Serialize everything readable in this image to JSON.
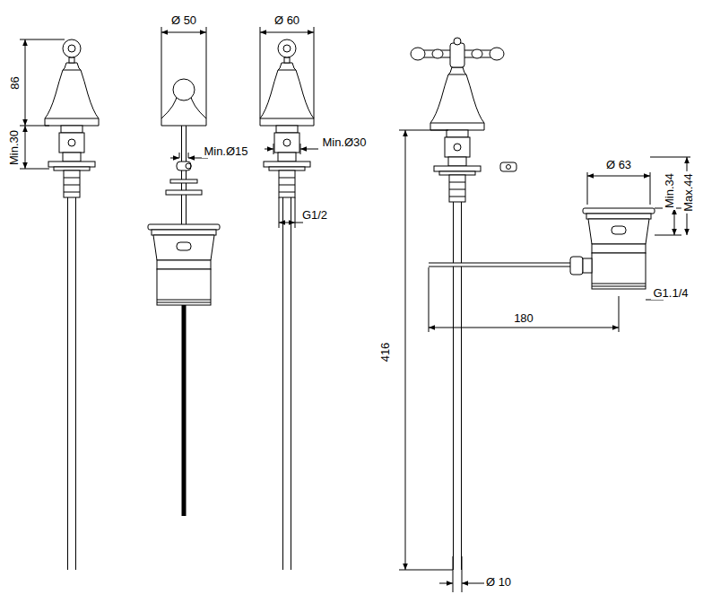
{
  "diagram": {
    "labels": [
      "86",
      "Min.30",
      "Ø 50",
      "Min.Ø15",
      "Ø 60",
      "Min.Ø30",
      "G1/2",
      "416",
      "Ø 63",
      "Min.34",
      "Max.44",
      "180",
      "G1.1/4",
      "Ø 10"
    ]
  }
}
